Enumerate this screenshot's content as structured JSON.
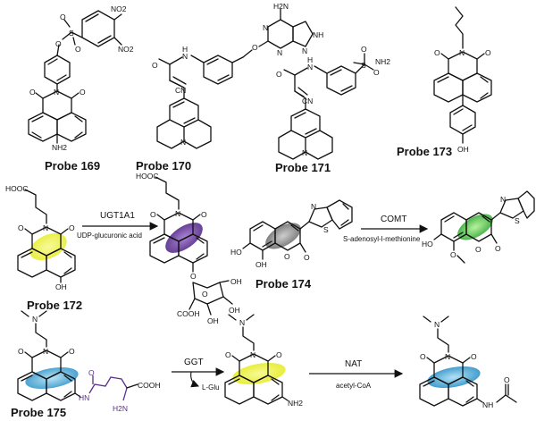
{
  "probes": {
    "p169": "Probe 169",
    "p170": "Probe 170",
    "p171": "Probe 171",
    "p173": "Probe 173",
    "p172": "Probe 172",
    "p174": "Probe 174",
    "p175": "Probe 175"
  },
  "reactions": {
    "ugt": {
      "enzyme": "UGT1A1",
      "cofactor": "UDP-glucuronic acid"
    },
    "comt": {
      "enzyme": "COMT",
      "cofactor": "S-adenosyl-l-methionine"
    },
    "ggt": {
      "enzyme": "GGT",
      "byproduct": "L-Glu"
    },
    "nat": {
      "enzyme": "NAT",
      "cofactor": "acetyl-CoA"
    }
  },
  "atoms": {
    "O": "O",
    "N": "N",
    "S": "S",
    "H2N": "H2N",
    "NH2": "NH2",
    "HO": "HO",
    "OH": "OH",
    "CN": "CN",
    "HN": "HN",
    "NH": "NH",
    "COOH": "COOH",
    "HOOC": "HOOC",
    "NO2": "NO2",
    "N_H": "N",
    "H": "H"
  },
  "highlight_colors": {
    "yellow": "#e9ef3c",
    "purple": "#5b2d8c",
    "gray": "#7d7d7d",
    "green": "#3db53d",
    "blue": "#3a9fd0"
  }
}
